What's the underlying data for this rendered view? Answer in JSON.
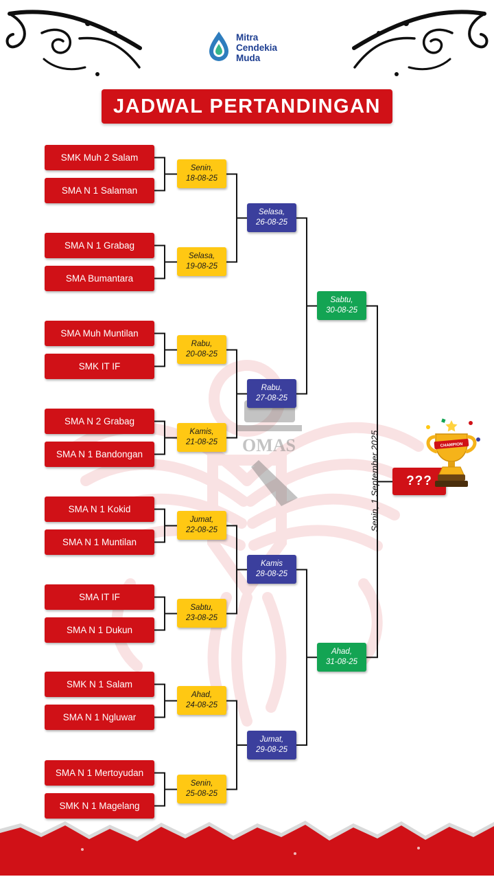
{
  "header": {
    "logo": {
      "line1": "Mitra",
      "line2": "Cendekia",
      "line3": "Muda"
    },
    "title": "JADWAL PERTANDINGAN"
  },
  "bracket": {
    "round1": [
      {
        "team_top": "SMK Muh 2 Salam",
        "team_bottom": "SMA N 1 Salaman",
        "day": "Senin,",
        "date": "18-08-25"
      },
      {
        "team_top": "SMA N 1 Grabag",
        "team_bottom": "SMA Bumantara",
        "day": "Selasa,",
        "date": "19-08-25"
      },
      {
        "team_top": "SMA Muh Muntilan",
        "team_bottom": "SMK IT IF",
        "day": "Rabu,",
        "date": "20-08-25"
      },
      {
        "team_top": "SMA N 2 Grabag",
        "team_bottom": "SMA N 1 Bandongan",
        "day": "Kamis,",
        "date": "21-08-25"
      },
      {
        "team_top": "SMA N 1 Kokid",
        "team_bottom": "SMA N 1 Muntilan",
        "day": "Jumat,",
        "date": "22-08-25"
      },
      {
        "team_top": "SMA IT IF",
        "team_bottom": "SMA N 1 Dukun",
        "day": "Sabtu,",
        "date": "23-08-25"
      },
      {
        "team_top": "SMK N 1 Salam",
        "team_bottom": "SMA N 1 Ngluwar",
        "day": "Ahad,",
        "date": "24-08-25"
      },
      {
        "team_top": "SMA N 1 Mertoyudan",
        "team_bottom": "SMK N 1 Magelang",
        "day": "Senin,",
        "date": "25-08-25"
      }
    ],
    "round2": [
      {
        "day": "Selasa,",
        "date": "26-08-25"
      },
      {
        "day": "Rabu,",
        "date": "27-08-25"
      },
      {
        "day": "Kamis",
        "date": "28-08-25"
      },
      {
        "day": "Jumat,",
        "date": "29-08-25"
      }
    ],
    "semifinal": [
      {
        "day": "Sabtu,",
        "date": "30-08-25"
      },
      {
        "day": "Ahad,",
        "date": "31-08-25"
      }
    ],
    "final": {
      "label": "Senin, 1 September 2025",
      "winner": "???"
    }
  },
  "watermark_text": "OMAS",
  "colors": {
    "primary_red": "#d01117",
    "round1_yellow": "#ffc813",
    "round2_indigo": "#3b3f9d",
    "semifinal_green": "#13a453",
    "logo_navy": "#1d3e91",
    "line_black": "#141414"
  }
}
